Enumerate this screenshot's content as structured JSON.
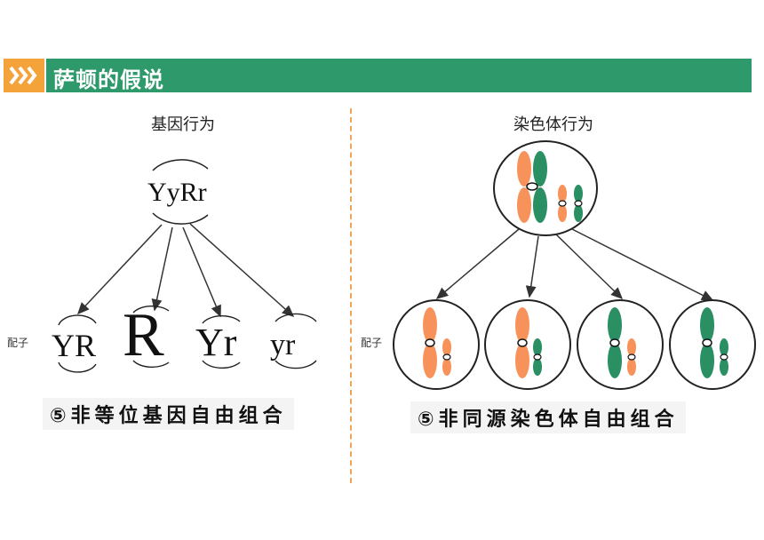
{
  "header": {
    "title": "萨顿的假说",
    "icon": "triple-chevron-icon",
    "accent_color": "#f4a23a",
    "bar_color": "#2e9a6b"
  },
  "left_panel": {
    "caption": "基因行为",
    "parent_genotype": "YyRr",
    "gamete_label": "配子",
    "gametes": [
      "YR",
      "R",
      "Yr",
      "yr"
    ],
    "footer": "⑤非等位基因自由组合"
  },
  "right_panel": {
    "caption": "染色体行为",
    "gamete_label": "配子",
    "footer": "⑤非同源染色体自由组合",
    "colors": {
      "orange": "#f7935a",
      "green": "#2a8f62"
    }
  }
}
